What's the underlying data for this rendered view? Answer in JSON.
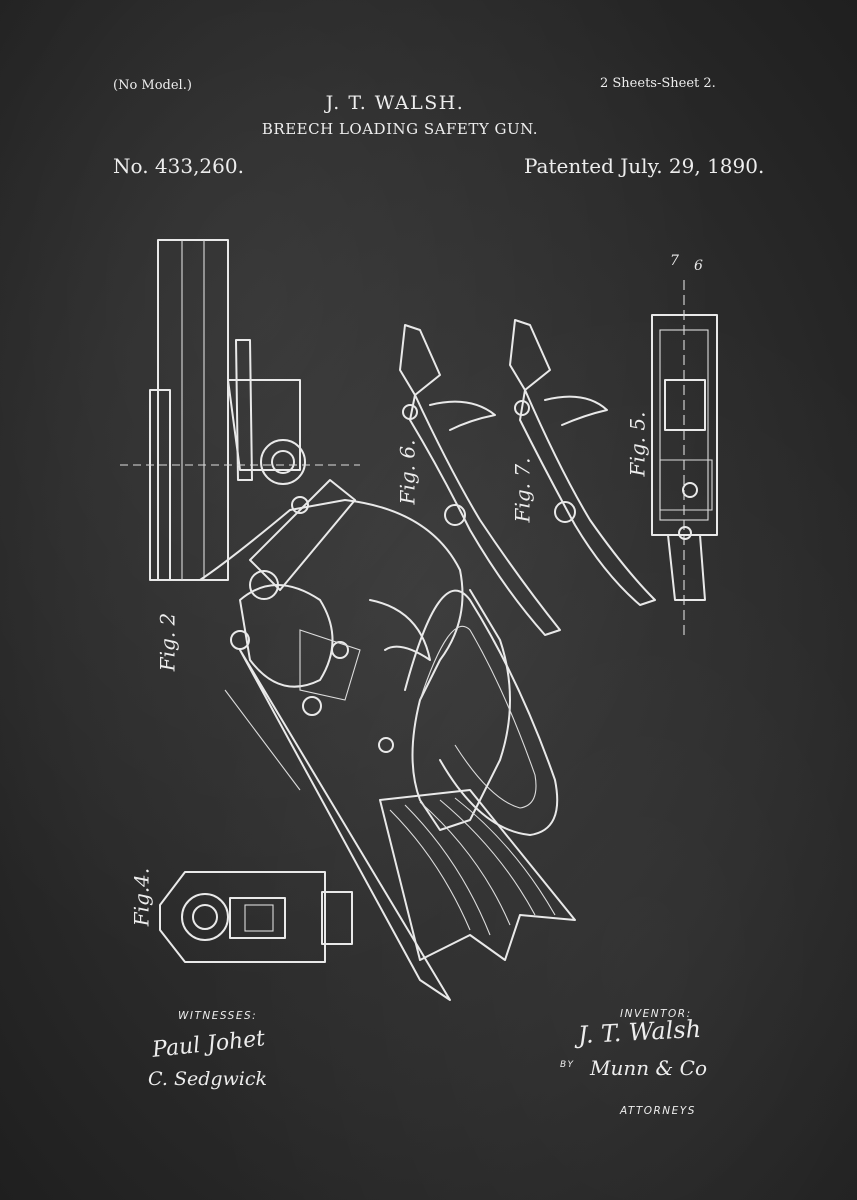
{
  "header": {
    "model_note": "(No Model.)",
    "sheets": "2 Sheets-Sheet 2.",
    "inventor_name": "J. T. WALSH.",
    "title": "BREECH LOADING SAFETY GUN.",
    "patent_number": "No. 433,260.",
    "patent_date": "Patented July. 29, 1890."
  },
  "figures": {
    "fig2": "Fig. 2",
    "fig4": "Fig.4.",
    "fig5": "Fig. 5.",
    "fig6": "Fig. 6.",
    "fig7": "Fig. 7."
  },
  "signatures": {
    "witnesses_label": "WITNESSES:",
    "witness_1": "Paul Johet",
    "witness_2": "C. Sedgwick",
    "inventor_label": "INVENTOR:",
    "inventor": "J. T. Walsh",
    "by_label": "BY",
    "attorney": "Munn & Co",
    "attorneys_label": "ATTORNEYS"
  },
  "colors": {
    "background": "#2b2b2b",
    "ink": "#e9e9e9"
  }
}
